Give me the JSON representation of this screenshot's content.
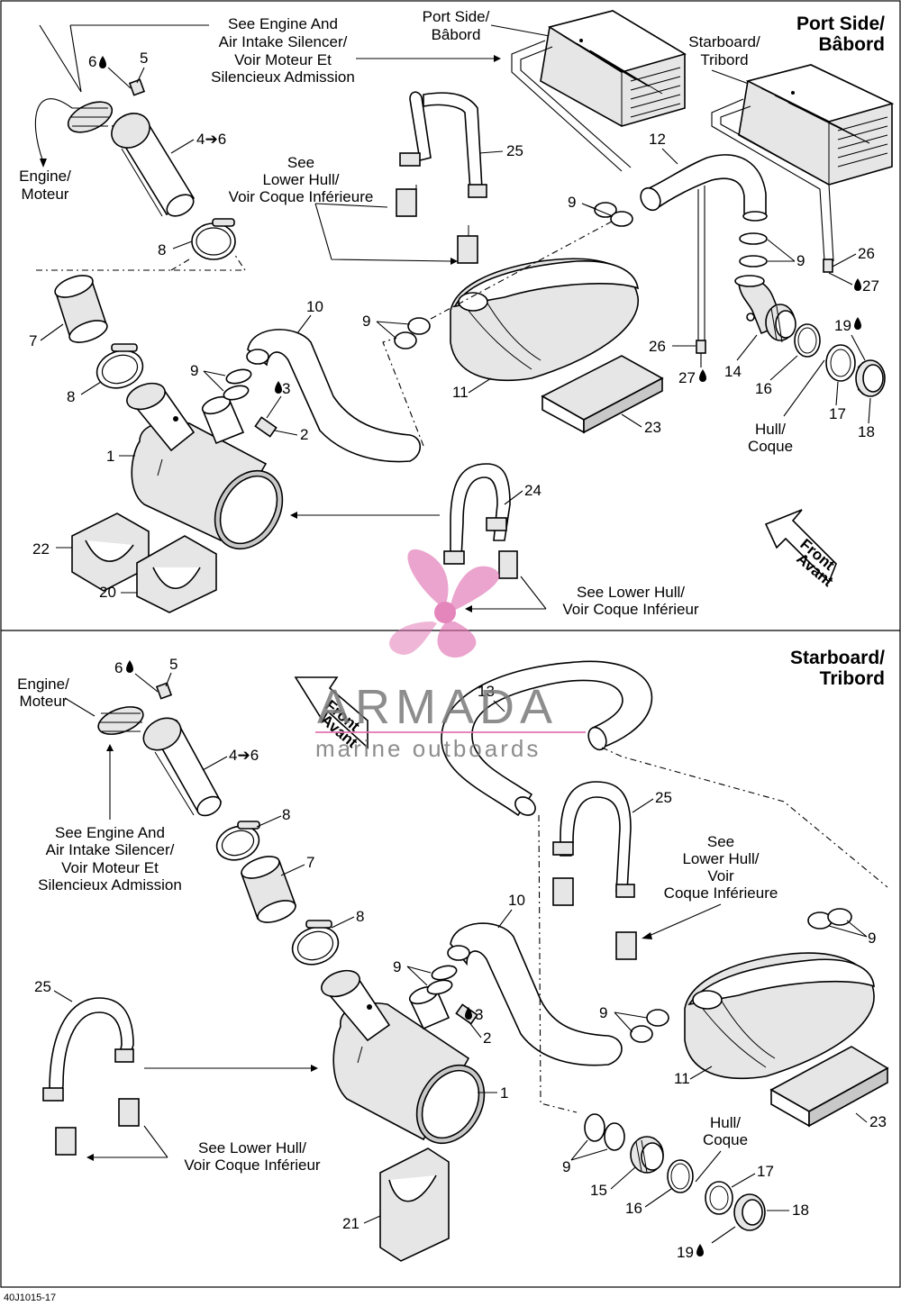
{
  "diagram_code": "40J1015-17",
  "sections": {
    "top": {
      "title_line1": "Port Side/",
      "title_line2": "Bâbord"
    },
    "bottom": {
      "title_line1": "Starboard/",
      "title_line2": "Tribord"
    }
  },
  "labels": {
    "engine_air_intake_top": [
      "See Engine And",
      "Air Intake Silencer/",
      "Voir Moteur Et",
      "Silencieux Admission"
    ],
    "port_side_small": [
      "Port Side/",
      "Bâbord"
    ],
    "starboard_small": [
      "Starboard/",
      "Tribord"
    ],
    "engine_top": [
      "Engine/",
      "Moteur"
    ],
    "lower_hull_top": [
      "See",
      "Lower Hull/",
      "Voir Coque Inférieure"
    ],
    "hull_top": [
      "Hull/",
      "Coque"
    ],
    "lower_hull_mid": [
      "See Lower Hull/",
      "Voir Coque Inférieur"
    ],
    "front_top": [
      "Front",
      "Avant"
    ],
    "engine_bottom": [
      "Engine/",
      "Moteur"
    ],
    "engine_air_intake_bottom": [
      "See Engine And",
      "Air Intake Silencer/",
      "Voir Moteur Et",
      "Silencieux Admission"
    ],
    "lower_hull_bottom_right": [
      "See",
      "Lower Hull/",
      "Voir",
      "Coque Inférieure"
    ],
    "hull_bottom": [
      "Hull/",
      "Coque"
    ],
    "lower_hull_bottom_left": [
      "See Lower Hull/",
      "Voir Coque Inférieur"
    ],
    "front_bottom": [
      "Front",
      "Avant"
    ]
  },
  "callouts_top": {
    "n1": "1",
    "n2": "2",
    "n3": "3",
    "n4": "4➔6",
    "n5": "5",
    "n6": "6",
    "n7": "7",
    "n8a": "8",
    "n8b": "8",
    "n9a": "9",
    "n9b": "9",
    "n9c": "9",
    "n9d": "9",
    "n10": "10",
    "n11": "11",
    "n12": "12",
    "n14": "14",
    "n16": "16",
    "n17": "17",
    "n18": "18",
    "n19": "19",
    "n20": "20",
    "n22": "22",
    "n23": "23",
    "n24": "24",
    "n25": "25",
    "n26a": "26",
    "n26b": "26",
    "n27a": "27",
    "n27b": "27"
  },
  "callouts_bottom": {
    "n1": "1",
    "n2": "2",
    "n3": "3",
    "n4": "4➔6",
    "n5": "5",
    "n6": "6",
    "n7": "7",
    "n8a": "8",
    "n8b": "8",
    "n9a": "9",
    "n9b": "9",
    "n9c": "9",
    "n9d": "9",
    "n10": "10",
    "n11": "11",
    "n13": "13",
    "n15": "15",
    "n16": "16",
    "n17": "17",
    "n18": "18",
    "n19": "19",
    "n21": "21",
    "n23": "23",
    "n25a": "25",
    "n25b": "25"
  },
  "watermark": {
    "brand": "ARMADA",
    "tagline": "marine outboards",
    "accent_color": "#e070b0"
  }
}
